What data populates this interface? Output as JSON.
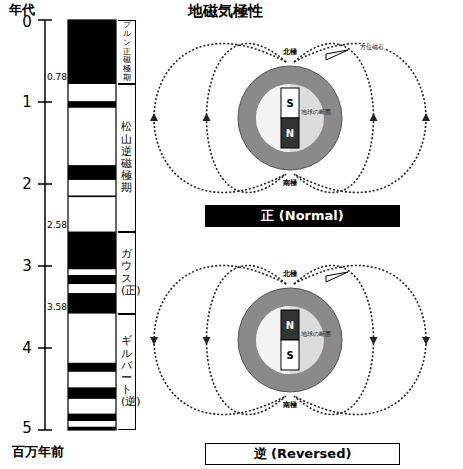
{
  "diagram": {
    "title": "地磁気極性",
    "nodes": [
      {
        "text": [
          "ブルン正磁極期"
        ]
      },
      {
        "text": [
          "松山逆磁極期"
        ]
      },
      {
        "text": [
          "ガウス(正)"
        ]
      },
      {
        "text": [
          "ギルバート(逆)"
        ]
      },
      {
        "text": [
          "正 (Normal)"
        ]
      },
      {
        "text": [
          "逆 (Reversed)"
        ]
      }
    ],
    "labels": [
      "年代",
      "0",
      "1",
      "2",
      "3",
      "4",
      "5",
      "0.78",
      "2.58",
      "3.58",
      "百万年前",
      "北極",
      "S",
      "N",
      "地球の断面",
      "方位磁石",
      "南極",
      "北極",
      "N",
      "S",
      "地球の断面",
      "南極"
    ]
  }
}
